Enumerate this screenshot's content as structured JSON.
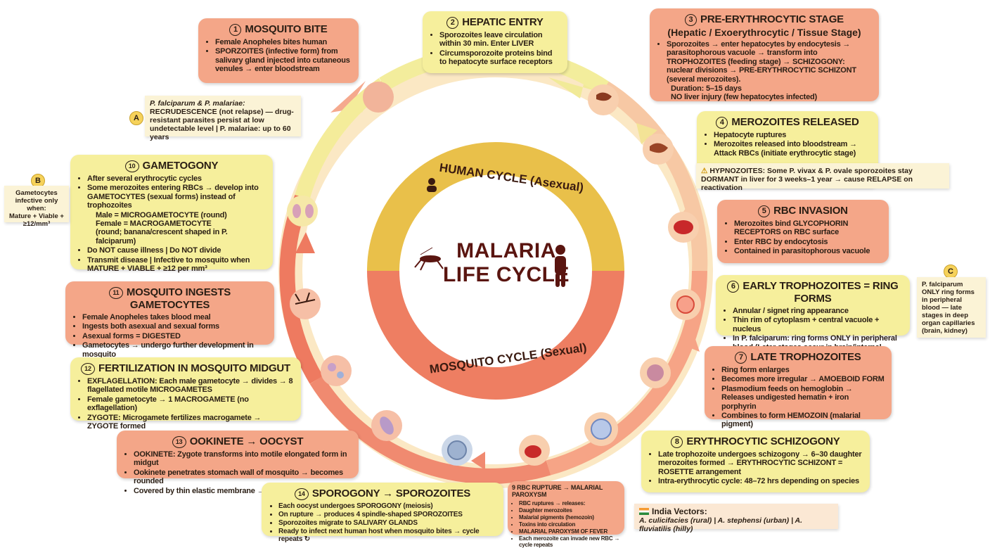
{
  "center": {
    "title_line1": "MALARIA",
    "title_line2": "LIFE CYCLE",
    "human_label": "HUMAN CYCLE (Asexual)",
    "mosquito_label": "MOSQUITO CYCLE (Sexual)"
  },
  "step1": {
    "num": "1",
    "title": "MOSQUITO BITE",
    "items": [
      "Female Anopheles bites human",
      "SPORZOITES (infective form) from salivary gland injected into cutaneous venules → enter bloodstream"
    ]
  },
  "step2": {
    "num": "2",
    "title": "HEPATIC ENTRY",
    "items": [
      "Sporozoites leave circulation within 30 min. Enter LIVER",
      "Circumsporozoite proteins bind to hepatocyte surface receptors"
    ]
  },
  "step3": {
    "num": "3",
    "title": "PRE-ERYTHROCYTIC STAGE",
    "subtitle": "(Hepatic / Exoerythrocytic / Tissue Stage)",
    "items": [
      "Sporozoites → enter hepatocytes by endocytesis → parasitophorous vacuole → transform into TROPHOZOITES (feeding stage) → SCHIZOGONY: nuclear divisions → PRE-ERYTHROCYTIC SCHIZONT (several merozoites)."
    ],
    "duration": "Duration: 5–15 days",
    "injury": "NO liver injury (few hepatocytes infected)"
  },
  "step4": {
    "num": "4",
    "title": "MEROZOITES RELEASED",
    "items": [
      "Hepatocyte ruptures",
      "Merozoites released into bloodstream → Attack RBCs (initiate erythrocytic stage)"
    ],
    "warning": "HYPNOZOITES: Some P. vivax & P. ovale sporozoites stay DORMANT in liver for 3 weeks–1 year → cause RELAPSE on reactivation"
  },
  "step5": {
    "num": "5",
    "title": "RBC INVASION",
    "items": [
      "Merozoites bind GLYCOPHORIN RECEPTORS on RBC surface",
      "Enter RBC by endocytosis",
      "Contained in parasitophorous vacuole"
    ]
  },
  "step6": {
    "num": "6",
    "title": "EARLY TROPHOZOITES = RING FORMS",
    "items": [
      "Annular / signet ring appearance",
      "Thin rim of cytoplasm + central vacuole + nucleus",
      "In P. falciparum: ring forms ONLY in peripheral blood (Later stages occur in brain/internal organ capillaries)"
    ]
  },
  "step7": {
    "num": "7",
    "title": "LATE TROPHOZOITES",
    "items": [
      "Ring form enlarges",
      "Becomes more irregular → AMOEBOID FORM",
      "Plasmodium feeds on hemoglobin → Releases undigested hematin + iron porphyrin",
      "Combines to form HEMOZOIN (malarial pigment)"
    ]
  },
  "step8": {
    "num": "8",
    "title": "ERYTHROCYTIC SCHIZOGONY",
    "items": [
      "Late trophozoite undergoes schizogony → 6–30 daughter merozoites formed → ERYTHROCYTIC SCHIZONT = ROSETTE arrangement",
      "Intra-erythrocytic cycle: 48–72 hrs depending on species"
    ]
  },
  "step9": {
    "num": "9",
    "title": "RBC RUPTURE → MALARIAL PAROXYSM",
    "items": [
      "RBC ruptures → releases:",
      "Daughter merozoites",
      "Malarial pigments (hemozoin)",
      "Toxins into circulation",
      "MALARIAL PAROXYSM OF FEVER",
      "Each merozoite can invade new RBC → cycle repeats"
    ]
  },
  "step10": {
    "num": "10",
    "title": "GAMETOGONY",
    "items": [
      "After several erythrocytic cycles",
      "Some merozoites entering RBCs → develop into GAMETOCYTES (sexual forms) instead of trophozoites",
      "Do NOT cause illness | Do NOT divide",
      "Transmit disease | Infective to mosquito when MATURE + VIABLE + ≥12 per mm³"
    ],
    "male": "Male = MICROGAMETOCYTE (round)",
    "female": "Female = MACROGAMETOCYTE (round; banana/crescent shaped in P. falciparum)"
  },
  "step11": {
    "num": "11",
    "title": "MOSQUITO INGESTS GAMETOCYTES",
    "items": [
      "Female Anopheles takes blood meal",
      "Ingests both asexual and sexual forms",
      "Asexual forms = DIGESTED",
      "Gametocytes → undergo further development in mosquito"
    ]
  },
  "step12": {
    "num": "12",
    "title": "FERTILIZATION IN MOSQUITO MIDGUT",
    "items": [
      "EXFLAGELLATION: Each male gametocyte → divides → 8 flagellated motile MICROGAMETES",
      "Female gametocyte → 1 MACROGAMETE (no exflagellation)",
      "ZYGOTE: Microgamete fertilizes macrogamete → ZYGOTE formed"
    ]
  },
  "step13": {
    "num": "13",
    "title": "OOKINETE → OOCYST",
    "items": [
      "OOKINETE: Zygote transforms into motile elongated form in midgut",
      "Ookinete penetrates stomach wall of mosquito → becomes rounded",
      "Covered by thin elastic membrane → OOCYST formed"
    ]
  },
  "step14": {
    "num": "14",
    "title": "SPOROGONY → SPOROZOITES",
    "items": [
      "Each oocyst undergoes SPOROGONY (meiosis)",
      "On rupture → produces 4 spindle-shaped SPOROZOITES",
      "Sporozoites migrate to SALIVARY GLANDS",
      "Ready to infect next human host when mosquito bites → cycle repeats ↻"
    ]
  },
  "noteA": {
    "tag": "A",
    "lines": [
      "P. falciparum & P. malariae:",
      "RECRUDESCENCE (not relapse) — drug-resistant parasites persist at low undetectable level | P. malariae: up to 60 years"
    ]
  },
  "noteB": {
    "tag": "B",
    "lines": [
      "Gametocytes infective only when:",
      "Mature + Viable + ≥12/mm³"
    ]
  },
  "noteC": {
    "tag": "C",
    "lines": [
      "P. falciparum ONLY ring forms in peripheral blood — late stages in deep organ capillaries (brain, kidney)"
    ]
  },
  "india": {
    "title": "India Vectors:",
    "text": "A. culicifacies (rural) | A. stephensi (urban) | A. fluviatilis (hilly)"
  },
  "colors": {
    "salmon": "#f4a688",
    "yellow": "#f6ef9c",
    "ring_human": "#e9c04a",
    "ring_mosquito": "#ee7e62"
  }
}
